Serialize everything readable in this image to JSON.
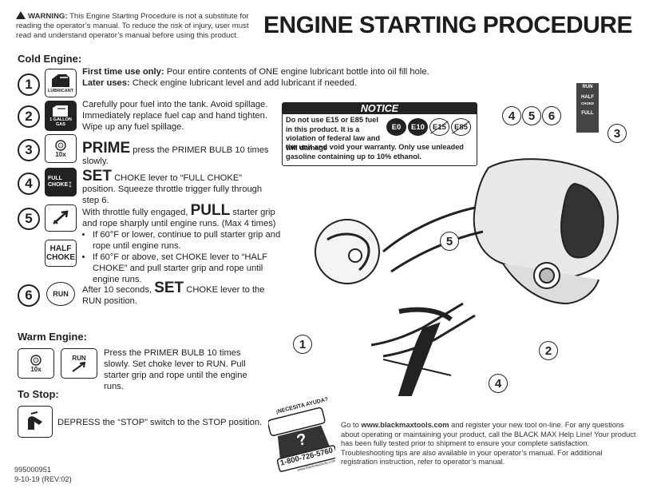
{
  "warning": {
    "label": "WARNING:",
    "text": "This Engine Starting Procedure is not a substitute for reading the operator’s manual. To reduce the risk of injury, user must read and understand operator’s manual before using this product."
  },
  "title": "ENGINE STARTING PROCEDURE",
  "cold_engine": {
    "heading": "Cold Engine:",
    "steps": [
      {
        "num": "1",
        "icon_label": "LUBRICANT",
        "lead1": "First time use only:",
        "text1": "Pour entire contents of ONE engine lubricant bottle into oil fill hole.",
        "lead2": "Later uses:",
        "text2": "Check engine lubricant level and add lubricant if needed."
      },
      {
        "num": "2",
        "icon_label": "1 GALLON GAS",
        "text": "Carefully pour fuel into the tank. Avoid spillage. Immediately replace fuel cap and hand tighten. Wipe up any fuel spillage."
      },
      {
        "num": "3",
        "icon_label": "10x",
        "big": "PRIME",
        "text": "press the PRIMER BULB 10 times slowly."
      },
      {
        "num": "4",
        "icon_label": "FULL CHOKE",
        "big": "SET",
        "text": "CHOKE lever to “FULL CHOKE” position. Squeeze throttle trigger fully through step 6."
      },
      {
        "num": "5",
        "icon_label": "HALF CHOKE",
        "pre": "With throttle fully engaged,",
        "big": "PULL",
        "text": "starter grip and rope sharply until engine runs. (Max 4 times)",
        "bullets": [
          "If 60°F or lower, continue to pull starter grip and rope until engine runs.",
          "If 60°F or above, set CHOKE lever to “HALF CHOKE” and pull starter grip and rope until engine runs."
        ]
      },
      {
        "num": "6",
        "icon_label": "RUN",
        "pre": "After 10 seconds,",
        "big": "SET",
        "text": "CHOKE lever to the RUN position."
      }
    ]
  },
  "notice": {
    "heading": "NOTICE",
    "text1": "Do not use E15 or E85 fuel in this product. It is a violation of federal law and will damage",
    "text2": "the unit and void your warranty. Only use unleaded gasoline containing up to 10% ethanol.",
    "badges": [
      "E0",
      "E10",
      "E15",
      "E85"
    ]
  },
  "choke_label": {
    "run": "RUN",
    "half": "HALF",
    "choke": "CHOKE",
    "full": "FULL"
  },
  "callouts": [
    "4",
    "5",
    "6",
    "3",
    "5",
    "1",
    "2",
    "4"
  ],
  "warm_engine": {
    "heading": "Warm Engine:",
    "icon1": "10x",
    "icon2": "RUN",
    "text": "Press the PRIMER BULB 10 times slowly. Set choke lever to RUN. Pull starter grip and rope until the engine runs."
  },
  "to_stop": {
    "heading": "To Stop:",
    "text": "DEPRESS the “STOP” switch to the STOP position."
  },
  "help": {
    "pre": "Go to",
    "url": "www.blackmaxtools.com",
    "text": "and register your new tool on-line. For any questions about operating or maintaining your product, call the BLACK MAX Help Line! Your product has been fully tested prior to shipment to ensure your complete satisfaction. Troubleshooting tips are also available in your operator’s manual. For additional registration instruction, refer to operator’s manual."
  },
  "phone_badge": {
    "tagline": "¡NECESITA AYUDA?",
    "number": "1-800-726-5760",
    "site": "www.blackmaxtools.com"
  },
  "footer": {
    "part": "995000951",
    "date": "9-10-19 (REV:02)"
  }
}
